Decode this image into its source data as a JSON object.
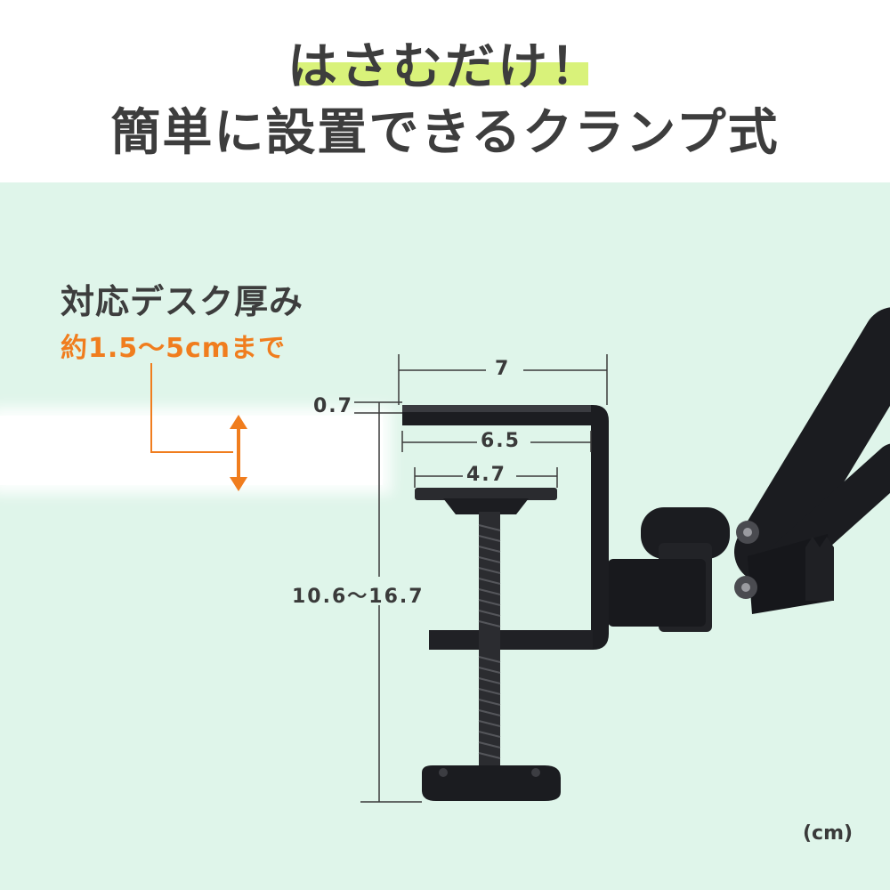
{
  "header": {
    "headline": "はさむだけ！",
    "subheadline": "簡単に設置できるクランプ式"
  },
  "desk": {
    "label": "対応デスク厚み",
    "range": "約1.5〜5cmまで"
  },
  "dimensions": {
    "top_width": "7",
    "top_thickness": "0.7",
    "inner_width": "6.5",
    "pad_width": "4.7",
    "height_range": "10.6〜16.7"
  },
  "unit": "(cm)",
  "colors": {
    "accent_orange": "#f07d1e",
    "highlight_green": "#d9f27a",
    "panel_mint": "#dff5ea",
    "text_dark": "#3d3d3d"
  }
}
